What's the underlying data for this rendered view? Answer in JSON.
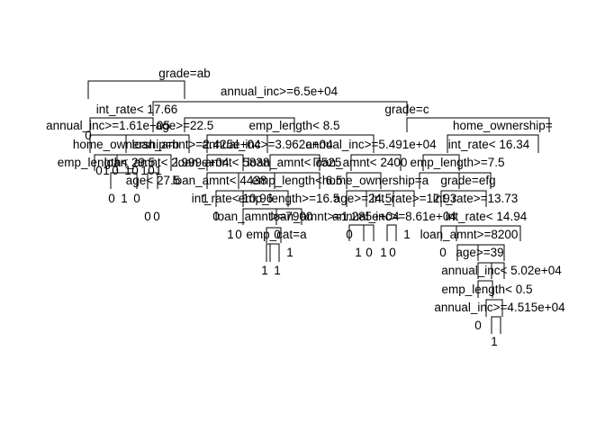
{
  "splits": [
    {
      "key": "root",
      "label": "grade=ab"
    },
    {
      "key": "n_annual_inc_1",
      "label": "annual_inc>=6.5e+04"
    },
    {
      "key": "n_int_rate_1",
      "label": "int_rate< 17.66"
    },
    {
      "key": "n_grade_c",
      "label": "grade=c"
    },
    {
      "key": "n_annual_inc_2",
      "label": "annual_inc>=1.61e+05"
    },
    {
      "key": "n_age_1",
      "label": "age>=22.5"
    },
    {
      "key": "n_emp_length_1",
      "label": "emp_length< 8.5"
    },
    {
      "key": "n_home_ownership_1",
      "label": "home_ownership="
    },
    {
      "key": "n_home_ownership_2",
      "label": "home_ownership=b"
    },
    {
      "key": "n_loan_amnt_1",
      "label": "loan_amnt>=2.425e+04"
    },
    {
      "key": "n_annual_inc_3",
      "label": "annual_inc>=3.962e+04"
    },
    {
      "key": "n_annual_inc_4",
      "label": "annual_inc>=5.491e+04"
    },
    {
      "key": "n_int_rate_2",
      "label": "int_rate< 16.34"
    },
    {
      "key": "n_emp_length_2",
      "label": "emp_length< 29.5"
    },
    {
      "key": "n_loan_amnt_2",
      "label": "loan_amnt< 2.999e+04"
    },
    {
      "key": "n_loan_amnt_3",
      "label": "loan_amnt< 5838"
    },
    {
      "key": "n_loan_amnt_4",
      "label": "loan_amnt< 7525"
    },
    {
      "key": "n_loan_amnt_5",
      "label": "loan_amnt< 2400"
    },
    {
      "key": "n_emp_length_3",
      "label": "emp_length>=7.5"
    },
    {
      "key": "n_age_2",
      "label": "age< 27.5"
    },
    {
      "key": "n_loan_amnt_6",
      "label": "loan_amnt< 4438"
    },
    {
      "key": "n_emp_length_4",
      "label": "emp_length< 6.5"
    },
    {
      "key": "n_home_ownership_3",
      "label": "home_ownership=a"
    },
    {
      "key": "n_grade_efg",
      "label": "grade=efg"
    },
    {
      "key": "n_int_rate_3",
      "label": "int_rate< 10.96"
    },
    {
      "key": "n_emp_length_5",
      "label": "emp_length>=16.5"
    },
    {
      "key": "n_age_3",
      "label": "age>=24.5"
    },
    {
      "key": "n_int_rate_4",
      "label": "int_rate>=12.93"
    },
    {
      "key": "n_int_rate_5",
      "label": "int_rate>=13.73"
    },
    {
      "key": "n_loan_amnt_7",
      "label": "loan_amnt>=7900"
    },
    {
      "key": "n_loan_amnt_8",
      "label": "loan_amnt>=1.285e+04"
    },
    {
      "key": "n_annual_inc_5",
      "label": "annual_inc>=8.61e+04"
    },
    {
      "key": "n_int_rate_6",
      "label": "int_rate< 14.94"
    },
    {
      "key": "n_emp_cat",
      "label": "emp_cat=a"
    },
    {
      "key": "n_loan_amnt_9",
      "label": "loan_amnt>=8200"
    },
    {
      "key": "n_age_4",
      "label": "age>=39"
    },
    {
      "key": "n_annual_inc_6",
      "label": "annual_inc< 5.02e+04"
    },
    {
      "key": "n_emp_length_6",
      "label": "emp_length< 0.5"
    },
    {
      "key": "n_annual_inc_7",
      "label": "annual_inc>=4.515e+04"
    }
  ],
  "leaves": [
    "0",
    "0",
    "1",
    "0",
    "1",
    "0",
    "1",
    "0",
    "1",
    "0",
    "1",
    "0",
    "0",
    "0",
    "1",
    "0",
    "1",
    "0",
    "1",
    "1",
    "0",
    "1",
    "0",
    "1",
    "0",
    "1",
    "0",
    "1",
    "0",
    "0",
    "1"
  ]
}
